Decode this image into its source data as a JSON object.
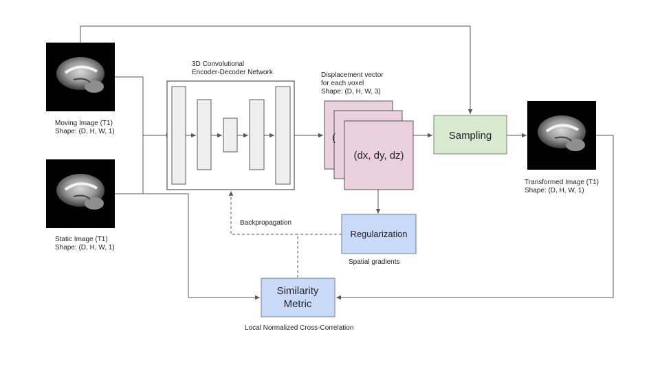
{
  "moving_image": {
    "title": "Moving Image (T1)",
    "shape": "Shape: (D, H, W, 1)"
  },
  "static_image": {
    "title": "Static Image (T1)",
    "shape": "Shape: (D, H, W, 1)"
  },
  "network": {
    "title_line1": "3D Convolutional",
    "title_line2": "Encoder-Decoder Network"
  },
  "displacement": {
    "line1": "Displacement vector",
    "line2": "for each voxel",
    "line3": "Shape: (D, H, W, 3)",
    "vector_text": "(dx, dy, dz)",
    "peek_text": "("
  },
  "sampling": {
    "label": "Sampling"
  },
  "transformed_image": {
    "title": "Transformed Image (T1)",
    "shape": "Shape: (D, H, W, 1)"
  },
  "regularization": {
    "label": "Regularization",
    "caption": "Spatial gradients"
  },
  "similarity": {
    "line1": "Similarity",
    "line2": "Metric",
    "caption": "Local Normalized Cross-Correlation"
  },
  "backprop": {
    "label": "Backpropagation"
  },
  "colors": {
    "pink": "#ead1dc",
    "green": "#d9ead3",
    "blue": "#c9daf8",
    "blue_stroke": "#6d7b95",
    "layer": "#efefef",
    "line": "#595959"
  }
}
